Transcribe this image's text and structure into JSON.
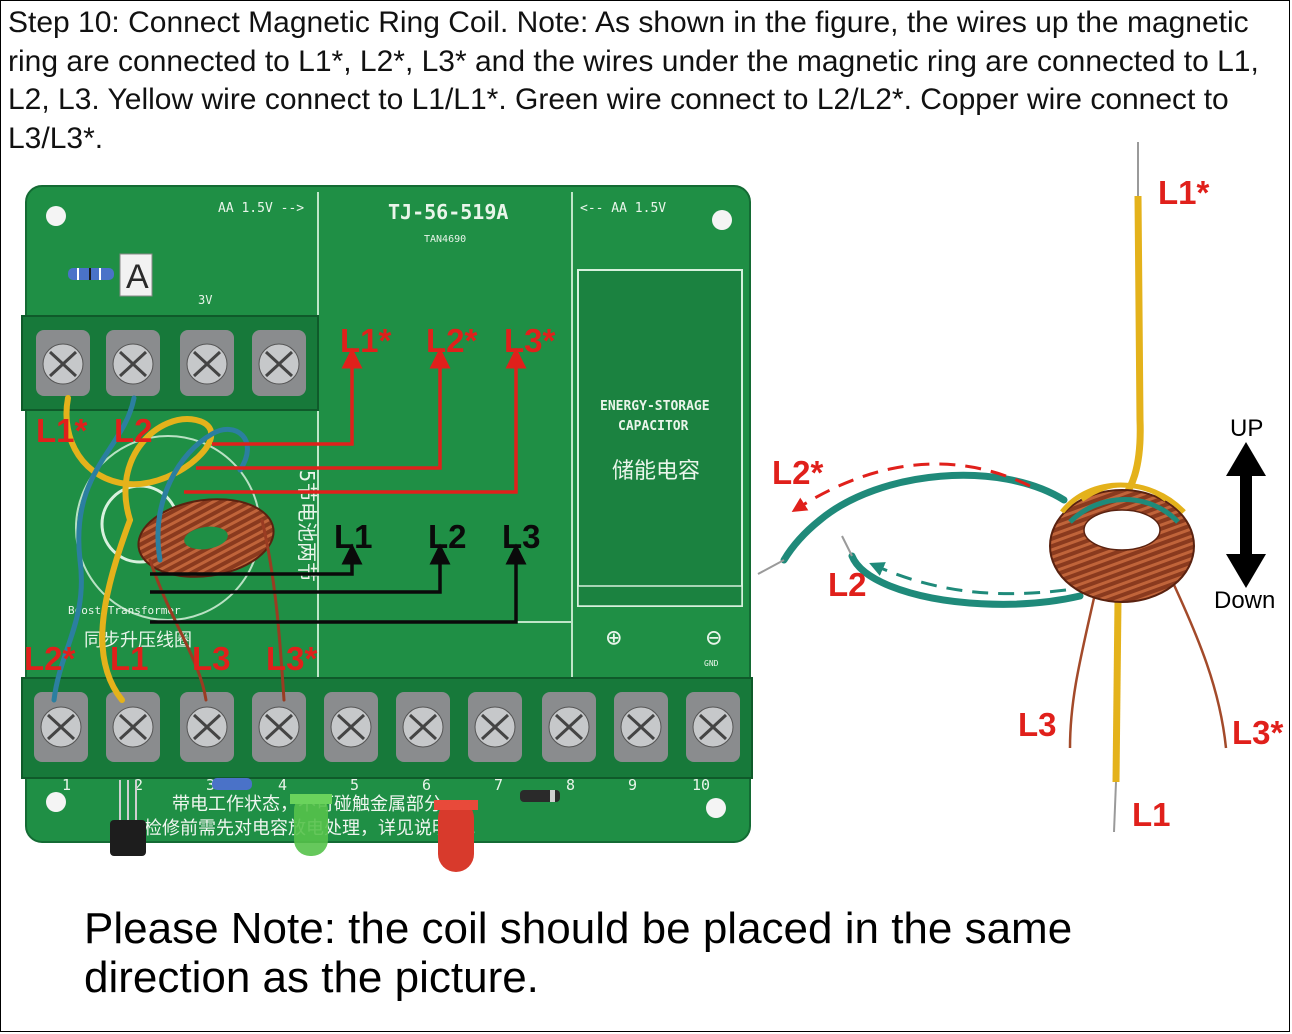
{
  "step_text": "Step 10: Connect Magnetic Ring Coil. Note: As shown in the figure, the wires up the magnetic ring are connected to L1*, L2*, L3* and the wires under the magnetic ring are connected to L1, L2, L3. Yellow wire connect to L1/L1*. Green wire connect to L2/L2*. Copper wire connect to L3/L3*.",
  "note_text": "Please Note: the coil should be placed in the same direction as the picture.",
  "board": {
    "model": "TJ-56-519A",
    "sub_model": "TAN4690",
    "battery_left": "AA 1.5V -->",
    "battery_right": "<-- AA 1.5V",
    "label_3v": "3V",
    "marker_a": "A",
    "capacitor_en_1": "ENERGY-STORAGE",
    "capacitor_en_2": "CAPACITOR",
    "capacitor_cn": "储能电容",
    "boost_label": "Boost Transformer",
    "boost_cn": "同步升压线圈",
    "vertical_cn": "5节电池两节",
    "warning_1": "带电工作状态，不可碰触金属部分。",
    "warning_2": "检修前需先对电容放电处理，详见说明书。",
    "terminal_numbers": [
      "1",
      "2",
      "3",
      "4",
      "5",
      "6",
      "7",
      "8",
      "9",
      "10"
    ],
    "plus": "⊕",
    "minus": "⊖",
    "gnd": "GND"
  },
  "board_labels": {
    "l1_star": "L1*",
    "l2_star": "L2*",
    "l3_star": "L3*",
    "l1": "L1",
    "l2": "L2",
    "l3": "L3",
    "top_left_l1_star": "L1*",
    "top_left_l2": "L2",
    "bottom_l2_star": "L2*",
    "bottom_l1": "L1",
    "bottom_l3": "L3",
    "bottom_l3_star": "L3*"
  },
  "coil_labels": {
    "l1_star": "L1*",
    "l2_star": "L2*",
    "l2": "L2",
    "l3": "L3",
    "l3_star": "L3*",
    "l1": "L1",
    "up": "UP",
    "down": "Down"
  },
  "colors": {
    "pcb": "#1f8f45",
    "pcb_dark": "#16743a",
    "red_label": "#e0201b",
    "yellow_wire": "#e4b21b",
    "green_wire": "#1f8a7a",
    "copper": "#a34a2a"
  }
}
